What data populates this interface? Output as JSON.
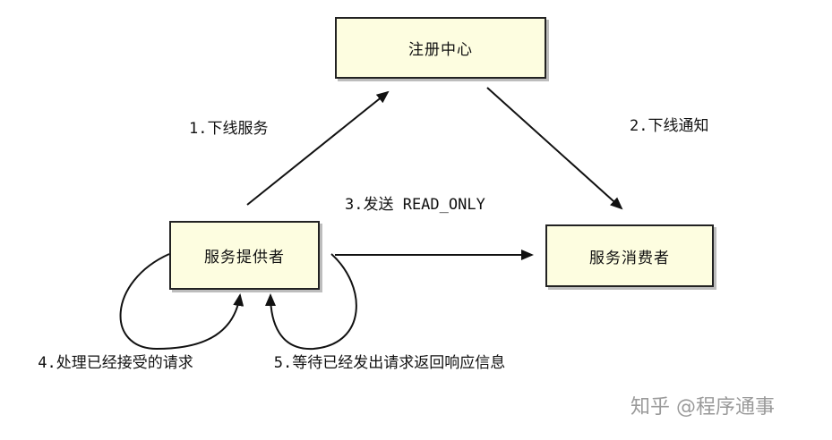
{
  "nodes": {
    "registry": "注册中心",
    "provider": "服务提供者",
    "consumer": "服务消费者"
  },
  "edges": {
    "offline_service": "1.下线服务",
    "offline_notify": "2.下线通知",
    "send_readonly": "3.发送 READ_ONLY",
    "process_received": "4.处理已经接受的请求",
    "wait_responses": "5.等待已经发出请求返回响应信息"
  },
  "watermark": "知乎 @程序通事"
}
